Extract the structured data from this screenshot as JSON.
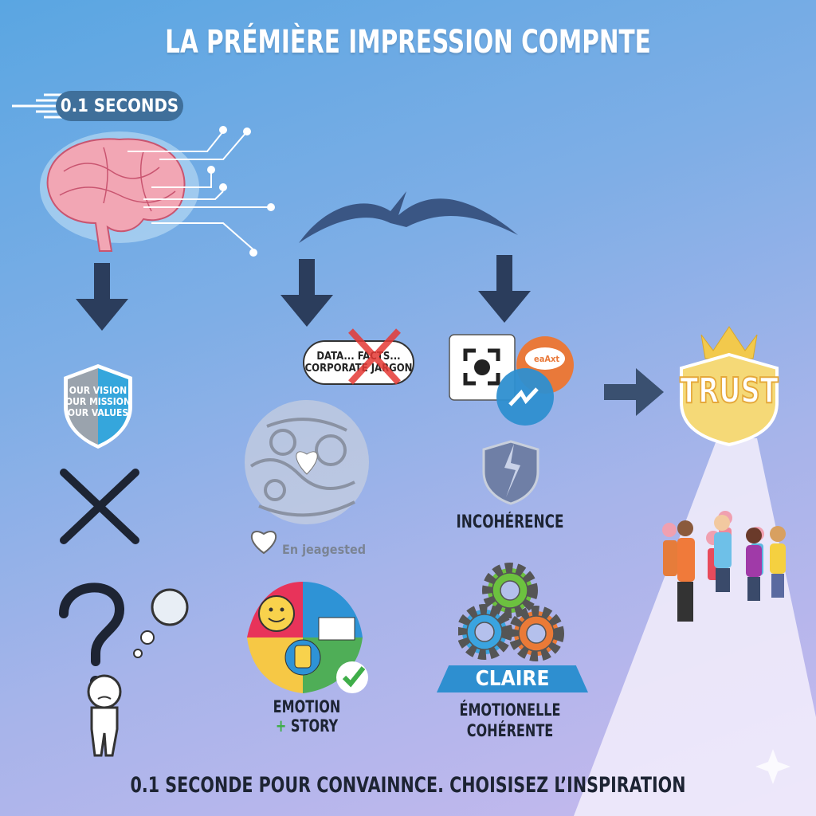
{
  "title": "LA PRÉMIÈRE IMPRESSION COMPNTE",
  "timer_badge": "0.1 SECONDS",
  "shield_lines": [
    "OUR VISION",
    "OUR MISSION",
    "OUR VALUES"
  ],
  "speech_bubble": [
    "DATA... FACTS...",
    "CORPORATE JARGON"
  ],
  "engaged_label": "En jeagested",
  "app_bubble_text": "eaAxt",
  "incoherence_label": "INCOHÉRENCE",
  "emotion_label": "EMOTION",
  "story_label": "STORY",
  "plus_sign": "+",
  "claire_label": "CLAIRE",
  "result_lines": [
    "ÉMOTIONELLE",
    "COHÉRENTE"
  ],
  "trust_label": "TRUST",
  "footer": "0.1 SECONDE POUR CONVAINNCE. CHOISISEZ L’INSPIRATION",
  "colors": {
    "arrow": "#2b3d5c",
    "accent_blue": "#2e8fd0",
    "gold": "#f2c94c",
    "red_x": "#e53935",
    "green_check": "#3fae49"
  }
}
